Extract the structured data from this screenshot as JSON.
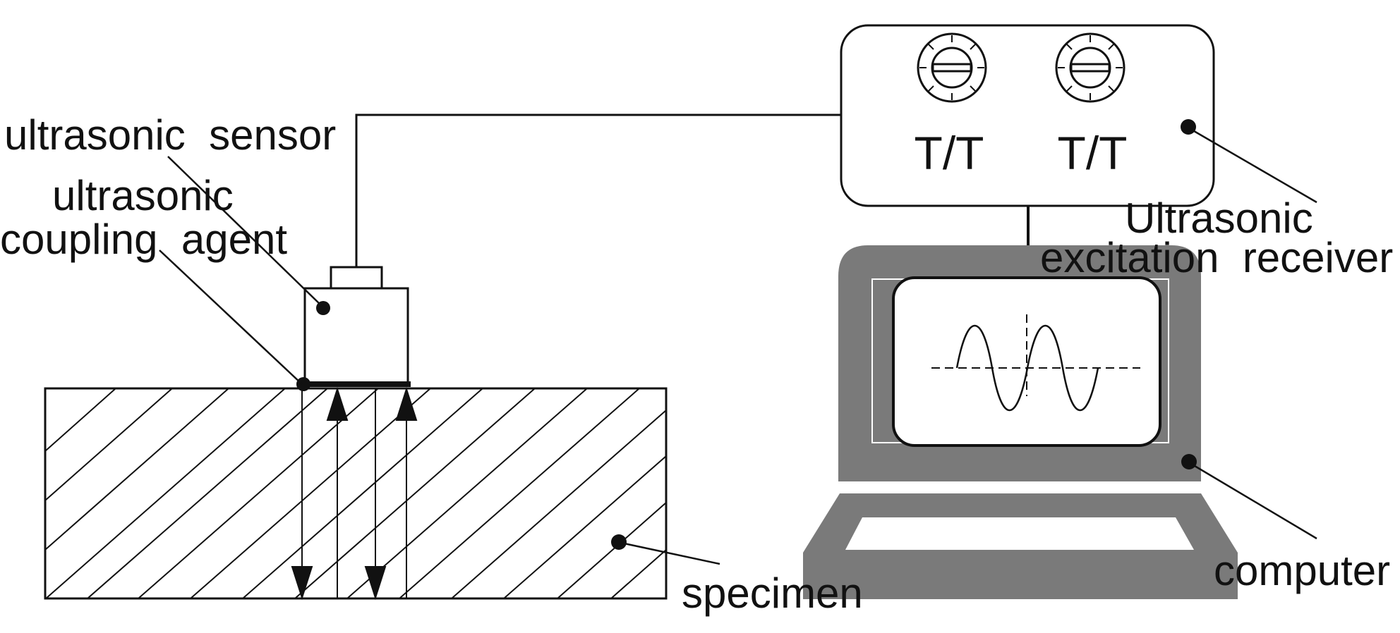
{
  "labels": {
    "ultrasonic_sensor": "ultrasonic  sensor",
    "coupling_agent_line1": "ultrasonic",
    "coupling_agent_line2": "coupling  agent",
    "receiver_line1": "Ultrasonic",
    "receiver_line2": "excitation  receiver",
    "computer": "computer",
    "specimen": "specimen",
    "knob_left": "T/T",
    "knob_right": "T/T"
  },
  "colors": {
    "stroke": "#111111",
    "computer_body": "#7a7a7a",
    "screen_fill": "#ffffff"
  }
}
